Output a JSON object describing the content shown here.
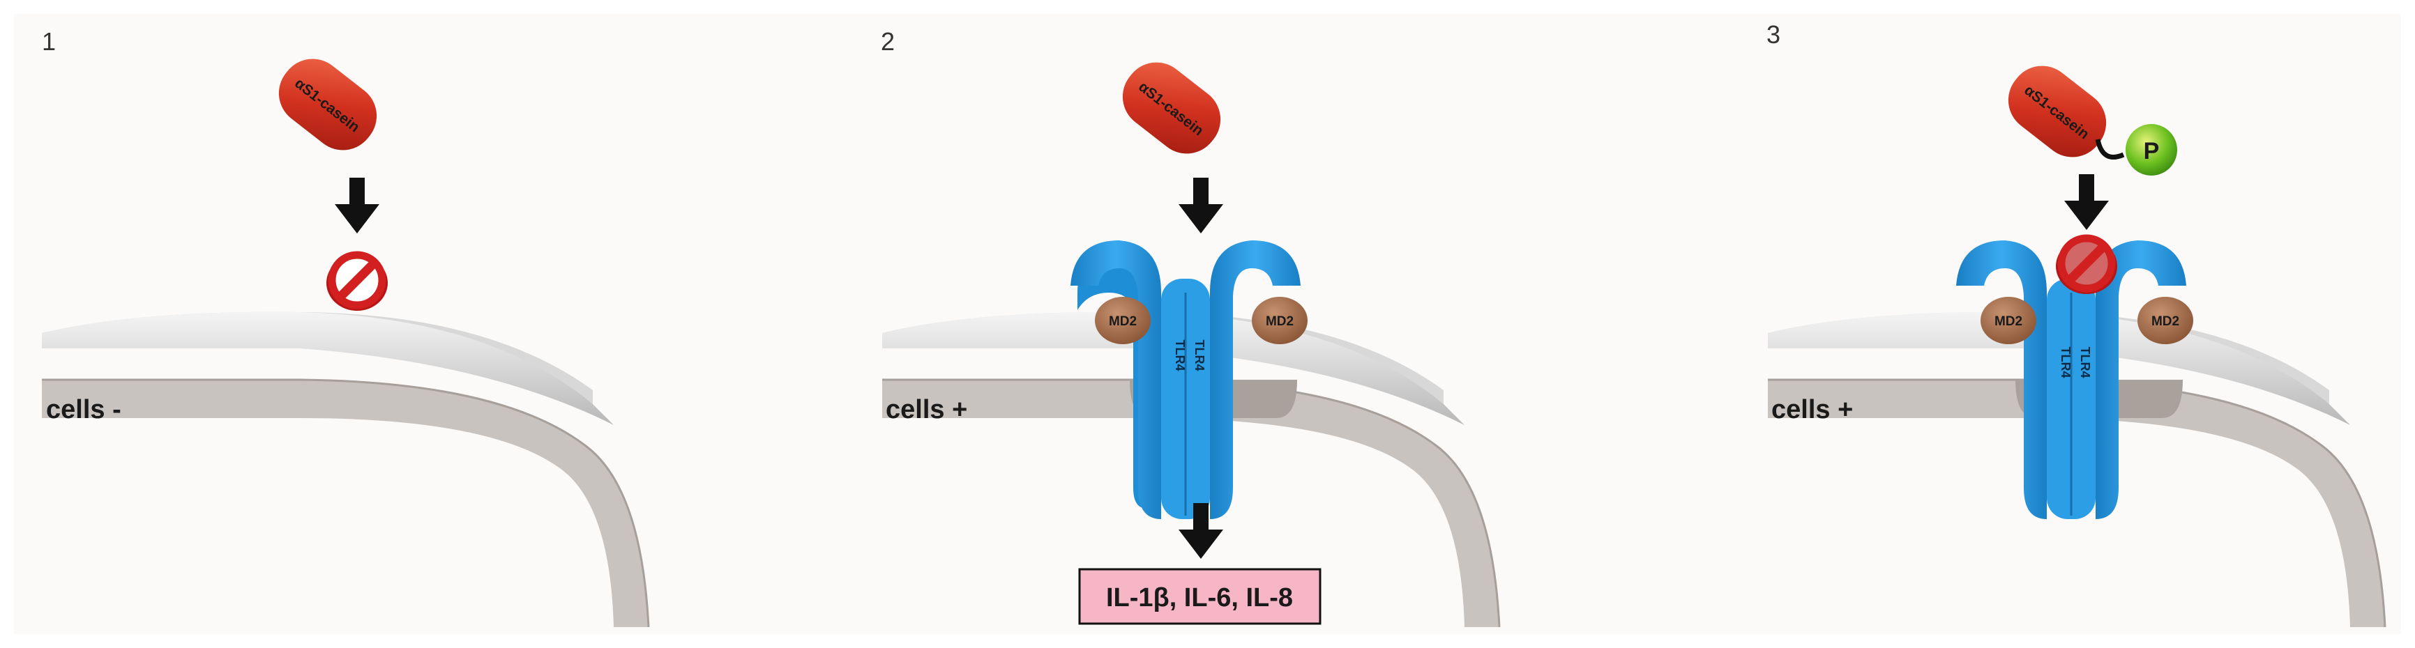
{
  "panels": [
    {
      "number": "1",
      "casein_label": "αS1-casein",
      "cells_label": "cells -"
    },
    {
      "number": "2",
      "casein_label": "αS1-casein",
      "cells_label": "cells +",
      "md2_label": "MD2",
      "tlr4_label": "TLR4",
      "cytokines": "IL-1β, IL-6, IL-8"
    },
    {
      "number": "3",
      "casein_label": "αS1-casein",
      "cells_label": "cells +",
      "md2_label": "MD2",
      "tlr4_label": "TLR4",
      "phosphate_label": "P"
    }
  ],
  "colors": {
    "casein": "#d2311f",
    "receptor": "#1e8fd6",
    "md2": "#a06a45",
    "phosphate": "#6cc020",
    "inhibit": "#d21f1f",
    "membrane": "#c9c3bf",
    "cytokine_box": "#f7b6c6"
  }
}
